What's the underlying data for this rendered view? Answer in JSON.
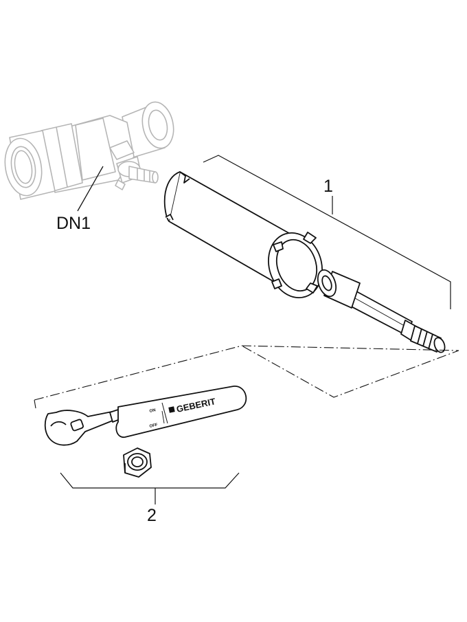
{
  "labels": {
    "valve": "DN1",
    "item_1": "1",
    "item_2": "2"
  },
  "key_text": {
    "brand": "GEBERIT",
    "on": "ON",
    "off": "OFF"
  },
  "colors": {
    "line": "#111111",
    "faded_line": "#b5b5b5",
    "background": "#ffffff"
  }
}
